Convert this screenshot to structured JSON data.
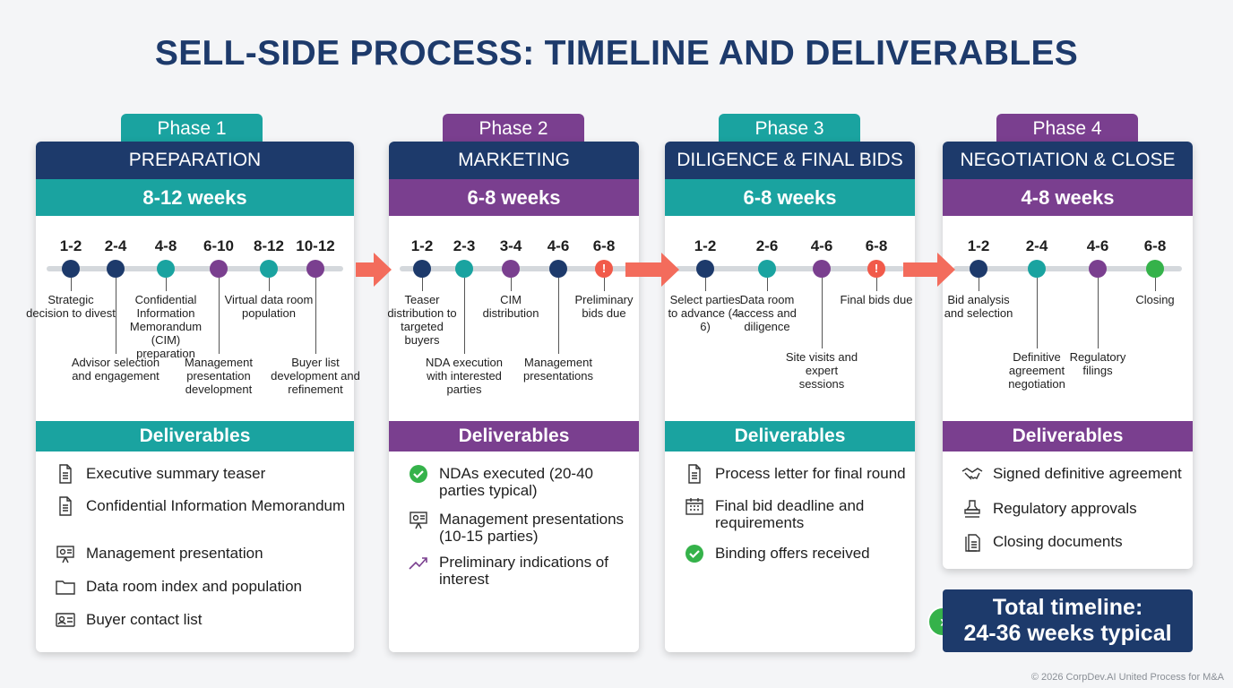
{
  "title": "SELL-SIDE PROCESS: TIMELINE AND DELIVERABLES",
  "deliverables_label": "Deliverables",
  "phases": [
    {
      "tab": "Phase 1",
      "name": "PREPARATION",
      "weeks": "8-12 weeks",
      "milestones": [
        {
          "week": "1-2",
          "label": "Strategic decision to divest"
        },
        {
          "week": "2-4",
          "label": "Advisor selection and engagement"
        },
        {
          "week": "4-8",
          "label": "Confidential Information Memorandum (CIM) preparation"
        },
        {
          "week": "6-10",
          "label": "Management presentation development"
        },
        {
          "week": "8-12",
          "label": "Virtual data room population"
        },
        {
          "week": "10-12",
          "label": "Buyer list development and refinement"
        }
      ],
      "deliverables": [
        {
          "icon": "document-icon",
          "text": "Executive summary teaser"
        },
        {
          "icon": "document-icon",
          "text": "Confidential Information Memorandum"
        },
        {
          "icon": "presentation-icon",
          "text": "Management presentation"
        },
        {
          "icon": "folder-icon",
          "text": "Data room index and population"
        },
        {
          "icon": "contact-card-icon",
          "text": "Buyer contact list"
        }
      ]
    },
    {
      "tab": "Phase 2",
      "name": "MARKETING",
      "weeks": "6-8 weeks",
      "milestones": [
        {
          "week": "1-2",
          "label": "Teaser distribution to targeted buyers"
        },
        {
          "week": "2-3",
          "label": "NDA execution with interested parties"
        },
        {
          "week": "3-4",
          "label": "CIM distribution"
        },
        {
          "week": "4-6",
          "label": "Management presentations"
        },
        {
          "week": "6-8",
          "label": "Preliminary bids due"
        }
      ],
      "deliverables": [
        {
          "icon": "check-circle-icon",
          "text": "NDAs executed (20-40 parties typical)"
        },
        {
          "icon": "presentation-icon",
          "text": "Management presentations (10-15 parties)"
        },
        {
          "icon": "trend-up-icon",
          "text": "Preliminary indications of interest"
        }
      ]
    },
    {
      "tab": "Phase 3",
      "name": "DILIGENCE & FINAL BIDS",
      "weeks": "6-8 weeks",
      "milestones": [
        {
          "week": "1-2",
          "label": "Select parties to advance (4-6)"
        },
        {
          "week": "2-6",
          "label": "Data room access and diligence"
        },
        {
          "week": "4-6",
          "label": "Site visits and expert sessions"
        },
        {
          "week": "6-8",
          "label": "Final bids due"
        }
      ],
      "deliverables": [
        {
          "icon": "document-icon",
          "text": "Process letter for final round"
        },
        {
          "icon": "calendar-icon",
          "text": "Final bid deadline and requirements"
        },
        {
          "icon": "check-circle-icon",
          "text": "Binding offers received"
        }
      ]
    },
    {
      "tab": "Phase 4",
      "name": "NEGOTIATION & CLOSE",
      "weeks": "4-8 weeks",
      "milestones": [
        {
          "week": "1-2",
          "label": "Bid analysis and selection"
        },
        {
          "week": "2-4",
          "label": "Definitive agreement negotiation"
        },
        {
          "week": "4-6",
          "label": "Regulatory filings"
        },
        {
          "week": "6-8",
          "label": "Closing"
        }
      ],
      "deliverables": [
        {
          "icon": "handshake-icon",
          "text": "Signed definitive agreement"
        },
        {
          "icon": "stamp-icon",
          "text": "Regulatory approvals"
        },
        {
          "icon": "documents-icon",
          "text": "Closing documents"
        }
      ]
    }
  ],
  "total": {
    "line1": "Total timeline:",
    "line2": "24-36 weeks typical"
  },
  "footer": "© 2026 CorpDev.AI United Process for M&A",
  "colors": {
    "navy": "#1d3a6b",
    "teal": "#1aa3a0",
    "purple": "#7a3f8f",
    "alert": "#f15a4a",
    "green": "#35b24a"
  }
}
